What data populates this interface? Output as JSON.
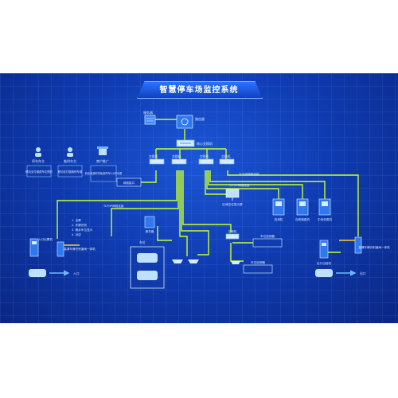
{
  "title": "智慧停车场监控系统",
  "server_label": "服务器",
  "router_label": "路由器",
  "core_switch_label": "核心交换机",
  "switch_label": "交换机",
  "users": [
    {
      "label": "停车车主",
      "note": "移动支付缴费车位预约"
    },
    {
      "label": "临时车主",
      "note": "移动支付缴纳停车费"
    },
    {
      "label": "商户推广",
      "note": "到店消费即享免费停车2小时优惠"
    }
  ],
  "gateway_label": "网络接口",
  "tcpip_label": "TCP/IP网络连接",
  "display_label": "区域空位显示屏",
  "equipment": [
    {
      "label": "查询机"
    },
    {
      "label": "自助缴费机"
    },
    {
      "label": "中央收费机"
    }
  ],
  "features": [
    "1. 出票",
    "2. 车牌识别",
    "3. 剩余车位显示",
    "4. 对讲"
  ],
  "entry_machine_label": "入口出票机",
  "lpr_integrated_label": "高清车牌识别道闸一体机",
  "guidance_server_label": "服务器",
  "zone_label": "车位",
  "detector_label": "车位检测器",
  "exit_card_label": "出口出验机",
  "entry_label": "入口",
  "exit_label": "出口",
  "colors": {
    "line": "#c8ff2a",
    "accent": "#6fb8ff"
  }
}
